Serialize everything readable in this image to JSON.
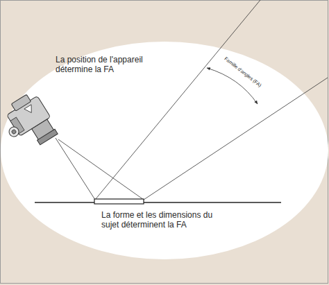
{
  "diagram": {
    "labels": [
      "La position de l'appareil détermine la FA",
      "La forme et les dimensions du sujet déterminent la FA",
      "Famille d'angles (FA)"
    ]
  }
}
